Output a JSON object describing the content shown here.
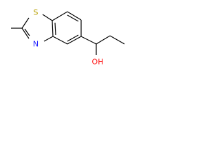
{
  "molecule": {
    "atoms": {
      "sulfur": {
        "symbol": "S",
        "color": "#b8a000"
      },
      "nitrogen": {
        "symbol": "N",
        "color": "#1a1aff"
      },
      "hydroxyl": {
        "symbol": "OH",
        "color": "#ff1a1a"
      }
    },
    "bond_color": "#000000"
  }
}
